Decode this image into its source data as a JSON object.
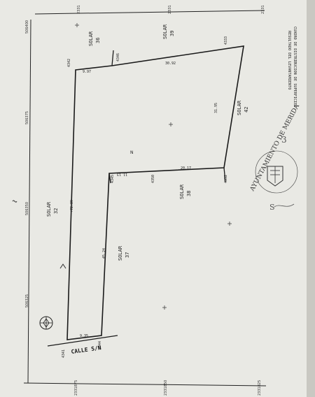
{
  "header": {
    "title": "CUADRO DE DISTRIBUCION DE SUPERFICIES",
    "subtitle": "RESULTADO DEL LEVANTAMIENTO"
  },
  "street": {
    "label": "CALLE S/N"
  },
  "solares": [
    {
      "name": "SOLAR",
      "number": "32"
    },
    {
      "name": "SOLAR",
      "number": "36"
    },
    {
      "name": "SOLAR",
      "number": "37"
    },
    {
      "name": "SOLAR",
      "number": "38"
    },
    {
      "name": "SOLAR",
      "number": "39"
    },
    {
      "name": "SOLAR",
      "number": "42"
    }
  ],
  "dimensions": {
    "left_side": "+72.89",
    "north_short": "9.97",
    "north_long": "30.92",
    "east_side": "31.95",
    "mid_short": "11.13",
    "mid_long": "20.17",
    "inner_vertical": "45.24",
    "bottom": "9.35"
  },
  "vertex_ids": {
    "v1": "4342",
    "v2": "4346",
    "v3": "4333",
    "v4": "4345",
    "v5": "4350",
    "v6": "4352",
    "v7": "4341",
    "v8": "4344"
  },
  "grid_labels": {
    "top_left": "2331",
    "top_mid": "2331",
    "top_right": "2331",
    "left_1": "506400",
    "left_2": "506375",
    "left_3": "506350",
    "left_4": "506325",
    "bottom_left": "2331875",
    "bottom_mid": "2331850",
    "bottom_right": "2331825"
  },
  "north_mark": "N",
  "seal": {
    "text": "AYUNTAMIENTO DE MERIDA"
  },
  "handwriting": "3",
  "signature": "S"
}
